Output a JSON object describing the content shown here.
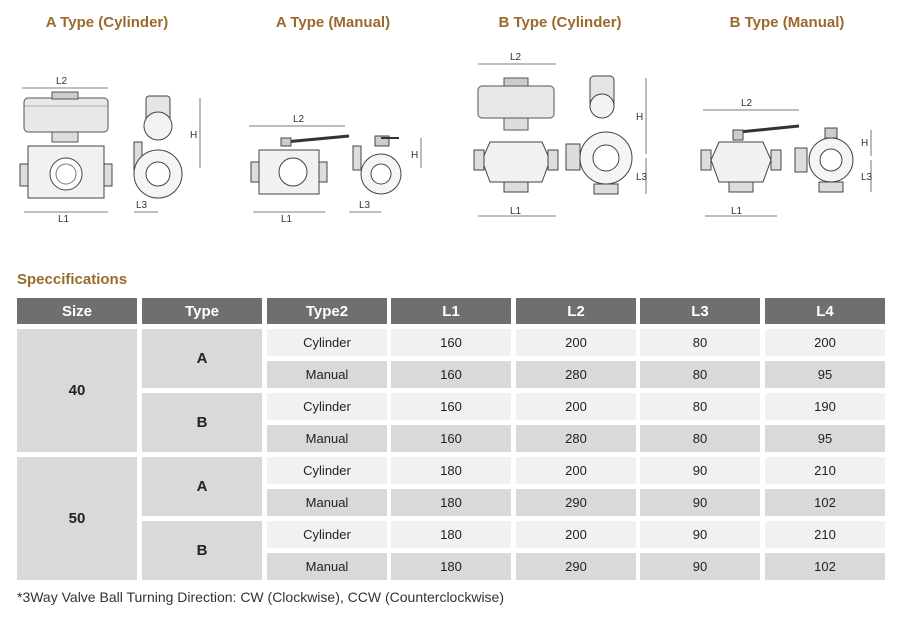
{
  "diagrams": [
    {
      "title": "A Type (Cylinder)"
    },
    {
      "title": "A Type (Manual)"
    },
    {
      "title": "B Type (Cylinder)"
    },
    {
      "title": "B Type (Manual)"
    }
  ],
  "dim_labels": {
    "l1": "L1",
    "l2": "L2",
    "l3": "L3",
    "h": "H"
  },
  "section_title": "Speccifications",
  "table": {
    "headers": [
      "Size",
      "Type",
      "Type2",
      "L1",
      "L2",
      "L3",
      "L4"
    ],
    "rows": [
      {
        "size": "40",
        "type": "A",
        "type2": "Cylinder",
        "l1": "160",
        "l2": "200",
        "l3": "80",
        "l4": "200"
      },
      {
        "size": "40",
        "type": "A",
        "type2": "Manual",
        "l1": "160",
        "l2": "280",
        "l3": "80",
        "l4": "95"
      },
      {
        "size": "40",
        "type": "B",
        "type2": "Cylinder",
        "l1": "160",
        "l2": "200",
        "l3": "80",
        "l4": "190"
      },
      {
        "size": "40",
        "type": "B",
        "type2": "Manual",
        "l1": "160",
        "l2": "280",
        "l3": "80",
        "l4": "95"
      },
      {
        "size": "50",
        "type": "A",
        "type2": "Cylinder",
        "l1": "180",
        "l2": "200",
        "l3": "90",
        "l4": "210"
      },
      {
        "size": "50",
        "type": "A",
        "type2": "Manual",
        "l1": "180",
        "l2": "290",
        "l3": "90",
        "l4": "102"
      },
      {
        "size": "50",
        "type": "B",
        "type2": "Cylinder",
        "l1": "180",
        "l2": "200",
        "l3": "90",
        "l4": "210"
      },
      {
        "size": "50",
        "type": "B",
        "type2": "Manual",
        "l1": "180",
        "l2": "290",
        "l3": "90",
        "l4": "102"
      }
    ]
  },
  "note": "*3Way Valve Ball Turning Direction: CW (Clockwise), CCW (Counterclockwise)",
  "colors": {
    "accent": "#9a6a2c",
    "header_bg": "#6f6f6f",
    "row_light": "#f1f1f1",
    "row_dark": "#d9d9d9"
  }
}
